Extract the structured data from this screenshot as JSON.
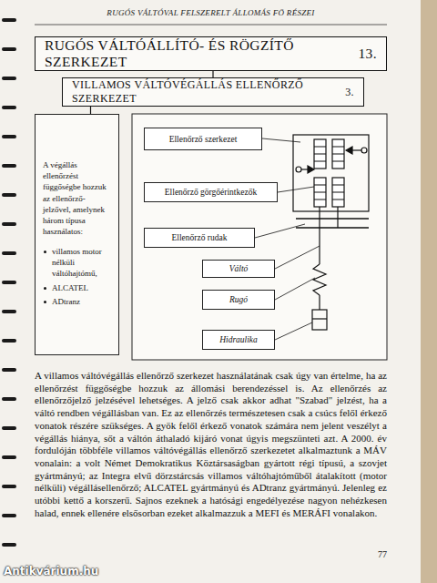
{
  "diagram": {
    "title": "RUGÓS VÁLTÓVAL FELSZERELT ÁLLOMÁS FŐ RÉSZEI",
    "nodes": [
      {
        "text": [
          "RUGÓS VÁLTÓÁLLÍTÓ- ÉS RÖGZÍTŐ SZERKEZET",
          "13."
        ]
      },
      {
        "text": [
          "VILLAMOS VÁLTÓVÉGÁLLÁS ELLENŐRZŐ SZERKEZET",
          "3."
        ]
      },
      {
        "text": [
          "A végállás ellenőrzést függőségbe hozzuk az ellenőrző-jelzővel, amelynek három típusa használatos:",
          "villamos motor nélküli váltóhajtómű,",
          "ALCATEL",
          "ADtranz"
        ]
      },
      {
        "text": [
          "Ellenőrző szerkezet"
        ]
      },
      {
        "text": [
          "Ellenőrző görgőérintkezők"
        ]
      },
      {
        "text": [
          "Ellenőrző rudak"
        ]
      },
      {
        "text": [
          "Váltó"
        ]
      },
      {
        "text": [
          "Rugó"
        ]
      },
      {
        "text": [
          "Hidraulika"
        ]
      }
    ],
    "edges": [
      {
        "from": 0,
        "to": 1,
        "arrow": "none"
      },
      {
        "from": 1,
        "to": 2,
        "arrow": "none"
      }
    ],
    "labels": [
      "A villamos váltóvégállás ellenőrző szerkezet használatának csak úgy van értelme, ha az ellenőrzést függőségbe hozzuk az állomási berendezéssel is. Az ellenőrzés az ellenőrzőjelző jelzésével lehetséges. A jelző csak akkor adhat \"Szabad\" jelzést, ha a váltó rendben végállásban van. Ez az ellenőrzés természetesen csak a csúcs felől érkező vonatok részére szükséges. A gyök felől érkező vonatok számára nem jelent veszélyt a végállás hiánya, sőt a váltón áthaladó kijáró vonat úgyis megszünteti azt. A 2000. év fordulóján többféle villamos váltóvégállás ellenőrző szerkezetet alkalmaztunk a MÁV vonalain: a volt Német Demokratikus Köztársaságban gyártott régi típusú, a szovjet gyártmányú; az Integra elvű dörzstárcsás villamos váltóhajtóműből átalakított (motor nélküli) végállásellenőrző; ALCATEL gyártmányú és ADtranz gyártmányú. Jelenleg ez utóbbi kettő a korszerű. Sajnos ezeknek a hatósági engedélyezése nagyon nehézkesen halad, ennek ellenére elsősorban ezeket alkalmazzuk a MEFI és MERÁFI vonalakon.",
      "77",
      "Antikvárium.hu"
    ]
  }
}
